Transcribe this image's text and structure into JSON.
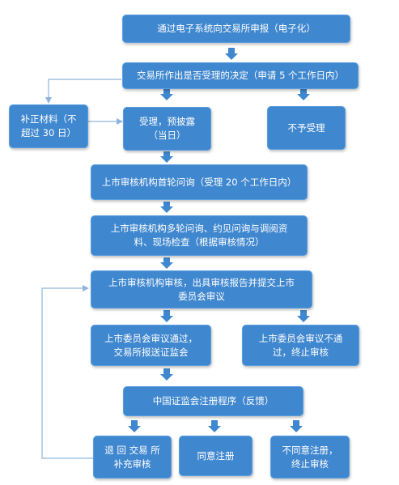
{
  "boxes": {
    "report": "通过电子系统向交易所申报（电子化）",
    "decide": "交易所作出是否受理的决定（申请 5 个工作日内）",
    "supplement": "补正材料（不\n超过 30 日）",
    "accept": "受理，预披露\n（当日）",
    "reject": "不予受理",
    "first_inquiry": "上市审核机构首轮问询（受理 20 个工作日内）",
    "multi_inquiry": "上市审核机构多轮问询、约见问询与调阅资\n料、现场检查（根据审核情况）",
    "review_report": "上市审核机构审核，出具审核报告并提交上市\n委员会审议",
    "committee_pass": "上市委员会审议通过，\n交易所报送证监会",
    "committee_fail": "上市委员会审议不通\n过，终止审核",
    "csrc": "中国证监会注册程序（反馈）",
    "return": "退 回 交易 所\n补充审核",
    "approve": "同意注册",
    "deny": "不同意注册，\n终止审核"
  },
  "colors": {
    "box_fill": "#3f87cf",
    "arrow_fill": "#3f87cf",
    "line_stroke": "#8fb4dc"
  }
}
